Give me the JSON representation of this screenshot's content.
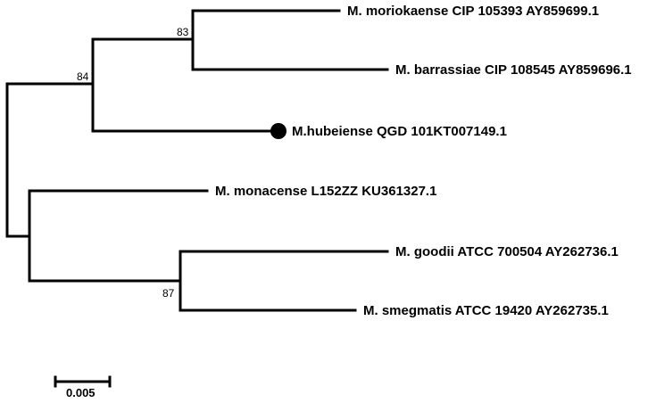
{
  "tree": {
    "taxa": [
      {
        "id": "moriokaense",
        "label": "M. moriokaense CIP 105393 AY859699.1"
      },
      {
        "id": "barrassiae",
        "label": "M. barrassiae CIP 108545 AY859696.1"
      },
      {
        "id": "hubeiense",
        "label": "M.hubeiense QGD 101KT007149.1",
        "marker": "filled-circle"
      },
      {
        "id": "monacense",
        "label": "M. monacense L152ZZ KU361327.1"
      },
      {
        "id": "goodii",
        "label": "M. goodii ATCC 700504 AY262736.1"
      },
      {
        "id": "smegmatis",
        "label": "M. smegmatis ATCC 19420 AY262735.1"
      }
    ],
    "bootstrap": [
      {
        "node": "moriokaense-barrassiae",
        "value": "83"
      },
      {
        "node": "moriokaense-barrassiae-hubeiense",
        "value": "84"
      },
      {
        "node": "goodii-smegmatis",
        "value": "87"
      }
    ],
    "scale_bar": {
      "label": "0.005",
      "value": 0.005
    },
    "colors": {
      "line": "#000000",
      "marker": "#000000",
      "background": "#ffffff"
    }
  }
}
